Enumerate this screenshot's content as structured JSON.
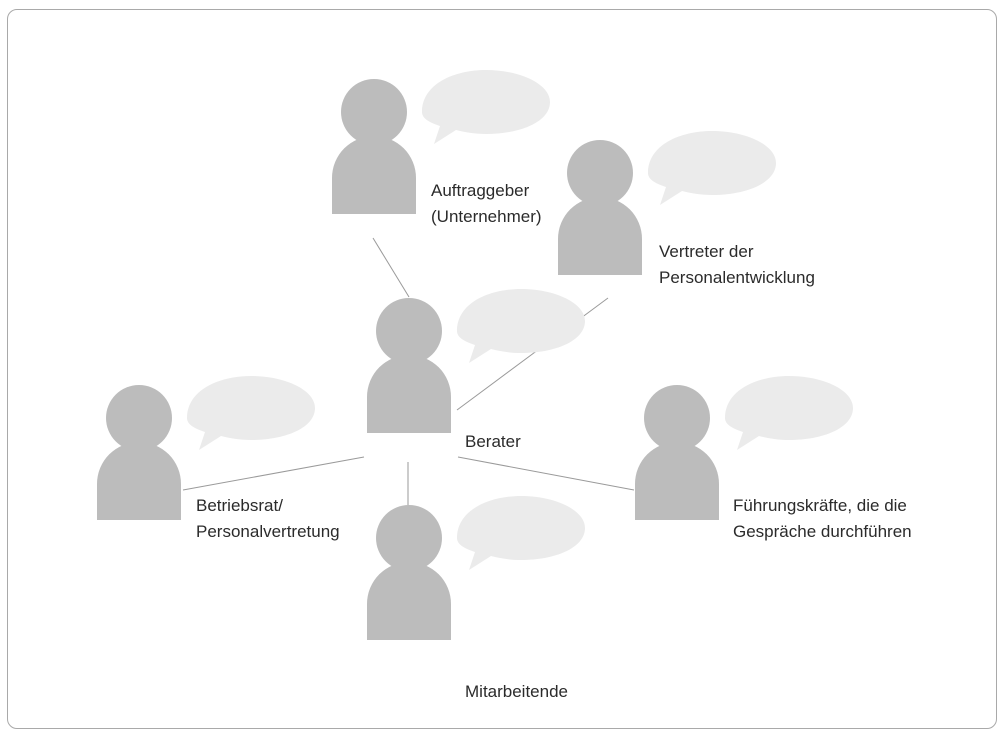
{
  "colors": {
    "person": "#bcbcbc",
    "bubble": "#ebebeb",
    "connector": "#9a9a9a",
    "frame": "#a9a9a9"
  },
  "nodes": {
    "auftraggeber": {
      "line1": "Auftraggeber",
      "line2": "(Unternehmer)"
    },
    "personalentwicklung": {
      "line1": "Vertreter der",
      "line2": "Personalentwicklung"
    },
    "berater": {
      "line1": "Berater"
    },
    "betriebsrat": {
      "line1": "Betriebsrat/",
      "line2": "Personalvertretung"
    },
    "fuehrungskraefte": {
      "line1": "Führungskräfte, die die",
      "line2": "Gespräche durchführen"
    },
    "mitarbeitende": {
      "line1": "Mitarbeitende"
    }
  },
  "edges": [
    {
      "from": "berater",
      "to": "auftraggeber"
    },
    {
      "from": "berater",
      "to": "personalentwicklung"
    },
    {
      "from": "berater",
      "to": "betriebsrat"
    },
    {
      "from": "berater",
      "to": "fuehrungskraefte"
    },
    {
      "from": "berater",
      "to": "mitarbeitende"
    }
  ]
}
